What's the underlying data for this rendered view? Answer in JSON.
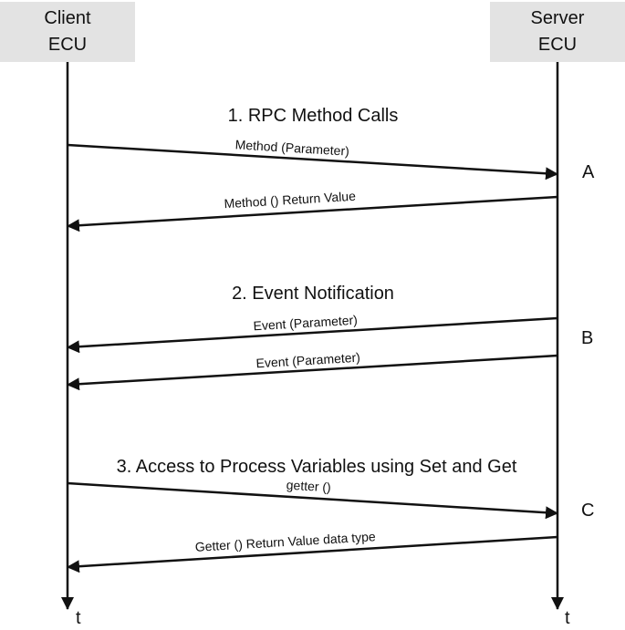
{
  "client": {
    "line1": "Client",
    "line2": "ECU"
  },
  "server": {
    "line1": "Server",
    "line2": "ECU"
  },
  "time_label": "t",
  "sections": {
    "rpc": {
      "title": "1. RPC Method Calls",
      "request": "Method (Parameter)",
      "response": "Method ()  Return Value",
      "marker": "A"
    },
    "event": {
      "title": "2. Event Notification",
      "event1": "Event (Parameter)",
      "event2": "Event (Parameter)",
      "marker": "B"
    },
    "access": {
      "title": "3. Access to Process Variables using Set and Get",
      "request": "getter ()",
      "response": "Getter ()  Return Value data type",
      "marker": "C"
    }
  }
}
